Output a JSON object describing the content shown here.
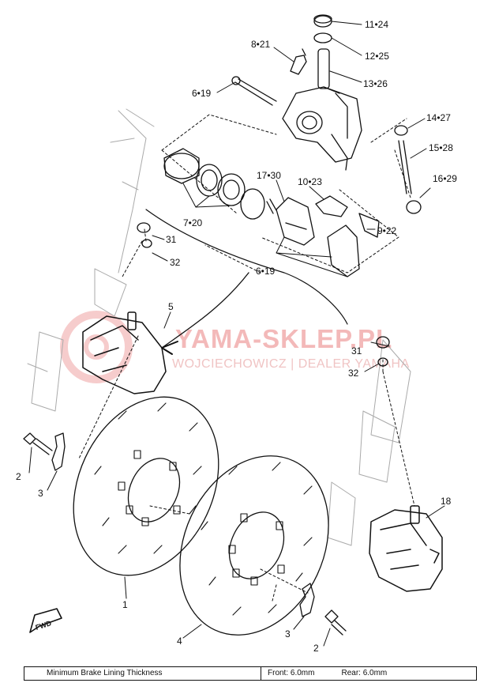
{
  "watermark": {
    "line1": "YAMA-SKLEP.PL",
    "line2": "WOJCIECHOWICZ | DEALER YAMAHA"
  },
  "fwd_label": "FWD",
  "callouts": [
    {
      "id": "11-24",
      "text": "11•24"
    },
    {
      "id": "12-25",
      "text": "12•25"
    },
    {
      "id": "8-21",
      "text": "8•21"
    },
    {
      "id": "13-26",
      "text": "13•26"
    },
    {
      "id": "6-19-top",
      "text": "6•19"
    },
    {
      "id": "14-27",
      "text": "14•27"
    },
    {
      "id": "15-28",
      "text": "15•28"
    },
    {
      "id": "16-29",
      "text": "16•29"
    },
    {
      "id": "17-30",
      "text": "17•30"
    },
    {
      "id": "10-23",
      "text": "10•23"
    },
    {
      "id": "7-20",
      "text": "7•20"
    },
    {
      "id": "9-22",
      "text": "9•22"
    },
    {
      "id": "31-left",
      "text": "31"
    },
    {
      "id": "32-left",
      "text": "32"
    },
    {
      "id": "6-19-mid",
      "text": "6•19"
    },
    {
      "id": "5",
      "text": "5"
    },
    {
      "id": "31-right",
      "text": "31"
    },
    {
      "id": "32-right",
      "text": "32"
    },
    {
      "id": "2-left",
      "text": "2"
    },
    {
      "id": "3-left",
      "text": "3"
    },
    {
      "id": "18",
      "text": "18"
    },
    {
      "id": "1",
      "text": "1"
    },
    {
      "id": "4",
      "text": "4"
    },
    {
      "id": "3-right",
      "text": "3"
    },
    {
      "id": "2-right",
      "text": "2"
    }
  ],
  "spec_bar": {
    "label": "Minimum Brake Lining Thickness",
    "front": "Front: 6.0mm",
    "rear": "Rear: 6.0mm"
  }
}
